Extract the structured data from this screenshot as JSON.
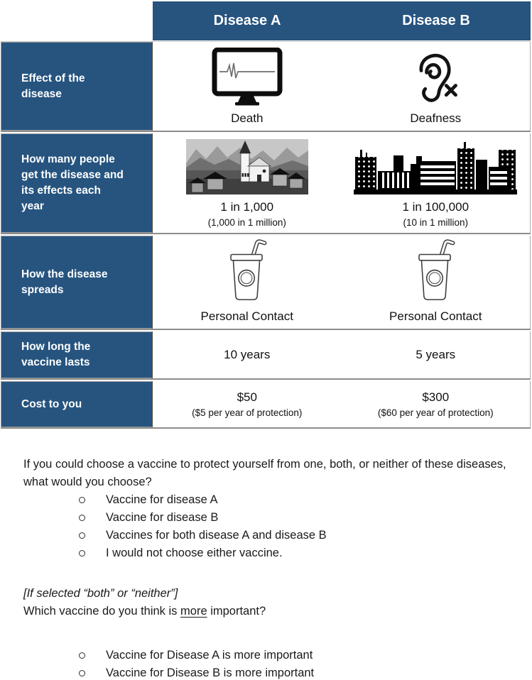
{
  "colors": {
    "header_blue": "#26547f",
    "divider_gray": "#8c8c8c",
    "text_black": "#1a1a1a"
  },
  "table": {
    "columns": [
      "Disease A",
      "Disease B"
    ],
    "rows": [
      {
        "label": "Effect of the\ndisease",
        "a": {
          "icon": "monitor-flatline-icon",
          "caption": "Death"
        },
        "b": {
          "icon": "deaf-ear-icon",
          "caption": "Deafness"
        }
      },
      {
        "label": "How many people\nget the disease and\nits effects each\nyear",
        "a": {
          "icon": "village-image",
          "caption": "1 in 1,000",
          "sub": "(1,000 in 1 million)"
        },
        "b": {
          "icon": "city-skyline-image",
          "caption": "1 in 100,000",
          "sub": "(10 in 1 million)"
        }
      },
      {
        "label": "How the disease\nspreads",
        "a": {
          "icon": "drink-cup-icon",
          "caption": "Personal Contact"
        },
        "b": {
          "icon": "drink-cup-icon",
          "caption": "Personal Contact"
        }
      },
      {
        "label": "How long the\nvaccine lasts",
        "a": {
          "caption": "10 years"
        },
        "b": {
          "caption": "5 years"
        }
      },
      {
        "label": "Cost to you",
        "a": {
          "caption": "$50",
          "sub": "($5 per year of protection)"
        },
        "b": {
          "caption": "$300",
          "sub": "($60 per year of protection)"
        }
      }
    ]
  },
  "questions": {
    "q1": {
      "prompt": "If you could choose a vaccine to protect yourself from one, both, or neither of these diseases, what would you choose?",
      "options": [
        "Vaccine for disease A",
        "Vaccine for disease B",
        "Vaccines for both disease A and disease B",
        "I would not choose either vaccine."
      ]
    },
    "q2": {
      "condition": "[If selected “both” or “neither”]",
      "prompt_before": "Which vaccine do you think is ",
      "prompt_underlined": "more",
      "prompt_after": " important?",
      "options": [
        "Vaccine for Disease A is more important",
        "Vaccine for Disease B is more important"
      ]
    }
  }
}
